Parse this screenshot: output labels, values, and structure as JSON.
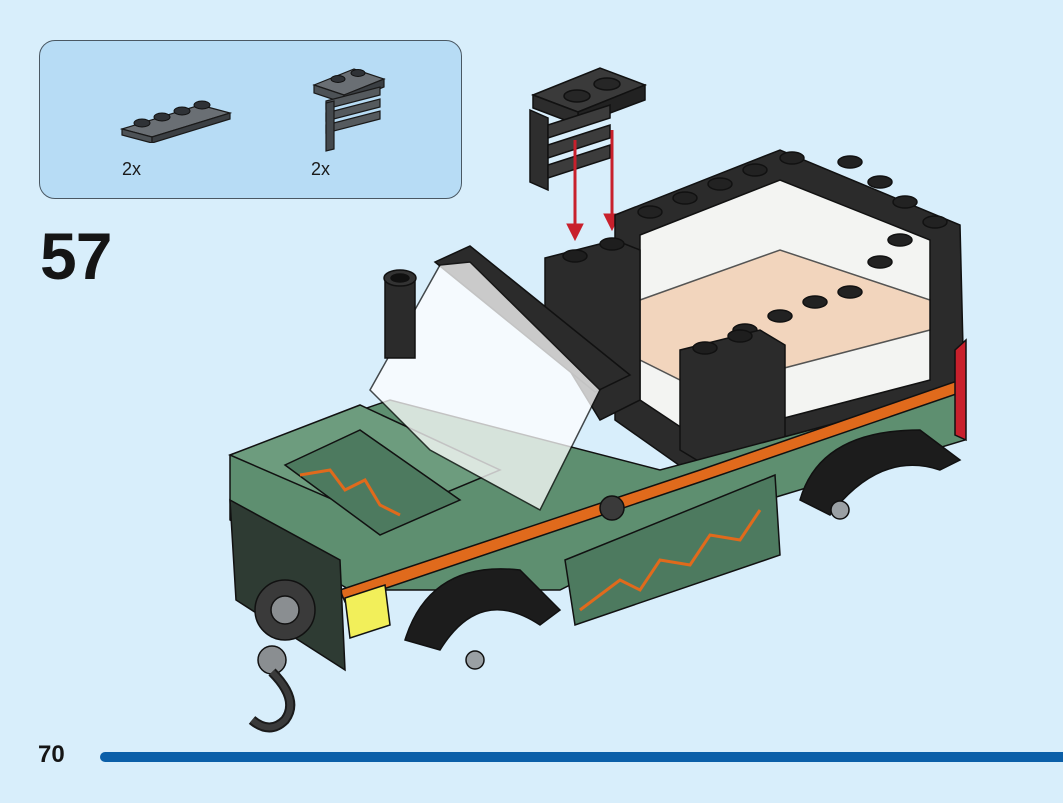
{
  "parts_list": [
    {
      "name": "plate-1x4-dark-gray",
      "quantity": "2x"
    },
    {
      "name": "bracket-plate-dark-gray",
      "quantity": "2x"
    }
  ],
  "step_number": "57",
  "page_number": "70",
  "colors": {
    "background": "#d8eefb",
    "parts_box": "#b7dcf5",
    "progress_bar": "#0b5fa8",
    "arrow": "#c8202c",
    "truck_green": "#5e8f70",
    "truck_black": "#2b2b2b",
    "truck_orange": "#e06a1c"
  }
}
